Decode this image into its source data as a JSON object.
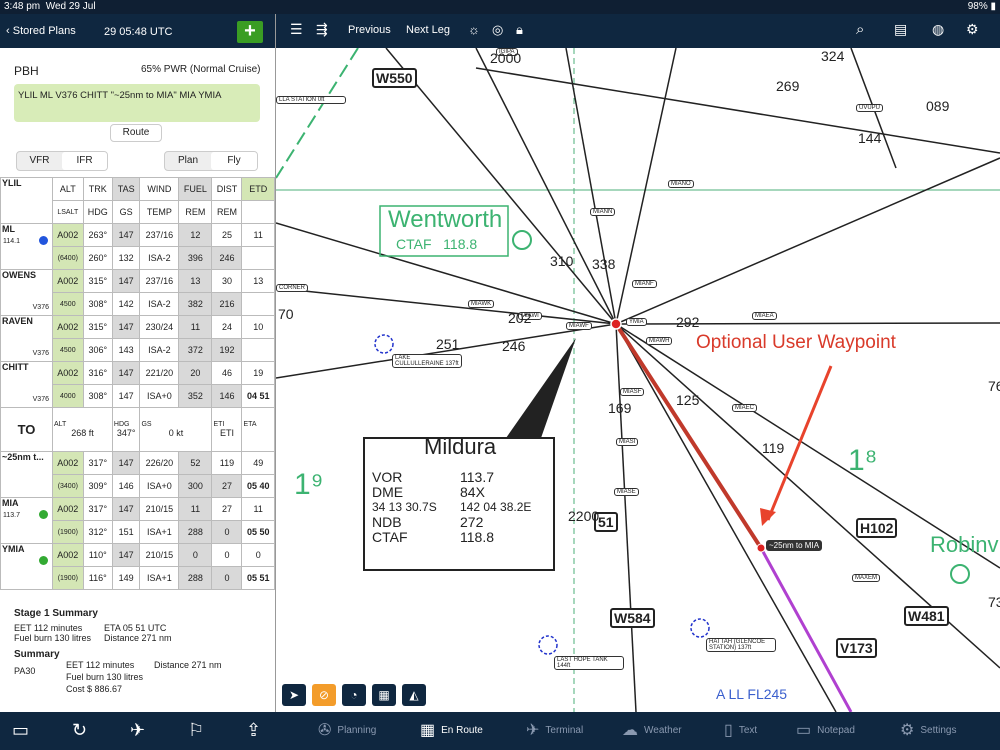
{
  "status": {
    "time": "3:48 pm",
    "date": "Wed 29 Jul",
    "battery": "98%"
  },
  "left": {
    "back": "Stored Plans",
    "time": "29 05:48 UTC",
    "plus": "+",
    "aircraft": "PBH",
    "power": "65% PWR (Normal Cruise)",
    "route": "YLIL ML V376 CHITT \"~25nm to MIA\" MIA YMIA",
    "route_button": "Route",
    "vfr": "VFR",
    "ifr": "IFR",
    "plan": "Plan",
    "fly": "Fly"
  },
  "table": {
    "header1": [
      "YLIL",
      "ALT",
      "TRK",
      "TAS",
      "WIND",
      "FUEL",
      "DIST",
      "ETD"
    ],
    "header2": [
      "LSALT",
      "HDG",
      "GS",
      "TEMP",
      "REM",
      "REM"
    ],
    "rows": [
      {
        "name": "ML",
        "sub": "114.1",
        "r1": [
          "A002",
          "263°",
          "147",
          "237/16",
          "12",
          "25",
          "11"
        ],
        "r2": [
          "(6400)",
          "260°",
          "132",
          "ISA-2",
          "396",
          "246",
          ""
        ]
      },
      {
        "name": "OWENS",
        "sub": "V376",
        "r1": [
          "A002",
          "315°",
          "147",
          "237/16",
          "13",
          "30",
          "13"
        ],
        "r2": [
          "4500",
          "308°",
          "142",
          "ISA-2",
          "382",
          "216",
          ""
        ]
      },
      {
        "name": "RAVEN",
        "sub": "V376",
        "r1": [
          "A002",
          "315°",
          "147",
          "230/24",
          "11",
          "24",
          "10"
        ],
        "r2": [
          "4500",
          "306°",
          "143",
          "ISA-2",
          "372",
          "192",
          ""
        ]
      },
      {
        "name": "CHITT",
        "sub": "V376",
        "r1": [
          "A002",
          "316°",
          "147",
          "221/20",
          "20",
          "46",
          "19"
        ],
        "r2": [
          "4000",
          "308°",
          "147",
          "ISA+0",
          "352",
          "146",
          "04 51"
        ]
      },
      {
        "name": "~25nm t...",
        "sub": "",
        "r1": [
          "A002",
          "317°",
          "147",
          "226/20",
          "52",
          "119",
          "49"
        ],
        "r2": [
          "(3400)",
          "309°",
          "146",
          "ISA+0",
          "300",
          "27",
          "05 40"
        ]
      },
      {
        "name": "MIA",
        "sub": "113.7",
        "r1": [
          "A002",
          "317°",
          "147",
          "210/15",
          "11",
          "27",
          "11"
        ],
        "r2": [
          "(1900)",
          "312°",
          "151",
          "ISA+1",
          "288",
          "0",
          "05 50"
        ]
      },
      {
        "name": "YMIA",
        "sub": "",
        "r1": [
          "A002",
          "110°",
          "147",
          "210/15",
          "0",
          "0",
          "0"
        ],
        "r2": [
          "(1900)",
          "116°",
          "149",
          "ISA+1",
          "288",
          "0",
          "05 51"
        ]
      }
    ],
    "to": {
      "label": "TO",
      "alt_l": "ALT",
      "alt": "268 ft",
      "hdg_l": "HDG",
      "hdg": "347°",
      "gs_l": "GS",
      "gs": "0 kt",
      "eti_l": "ETI",
      "eti": "ETI",
      "eta_l": "ETA"
    }
  },
  "summary": {
    "stage": "Stage 1 Summary",
    "eet": "EET 112 minutes",
    "eta": "ETA 05 51 UTC",
    "fuel": "Fuel burn 130 litres",
    "dist": "Distance 271 nm",
    "title": "Summary",
    "pa": "PA30",
    "eet2": "EET 112 minutes",
    "dist2": "Distance 271 nm",
    "fuel2": "Fuel burn 130 litres",
    "cost": "Cost $ 886.67"
  },
  "mapbar": {
    "prev": "Previous",
    "next": "Next Leg"
  },
  "map": {
    "annotation": "Optional User Waypoint",
    "wentworth": "Wentworth",
    "ctaf": "CTAF   118.8",
    "mildura": "Mildura",
    "vor": "VOR",
    "vor_f": "113.7",
    "dme": "DME",
    "dme_c": "84X",
    "lat": "34 13 30.7S",
    "lon": "142 04 38.2E",
    "ndb": "NDB",
    "ndb_f": "272",
    "ctaf_l": "CTAF",
    "ctaf_f": "118.8",
    "robin": "Robinv",
    "uvupu": "UVUPU",
    "allfl": "A LL FL245",
    "user_wp": "~25nm to MIA",
    "labels": [
      "MIANO",
      "MIANN",
      "MIAWK",
      "MIAWI",
      "MIAWF",
      "YMIA",
      "MIAWH",
      "MIANF",
      "MIAEA",
      "MIAEC",
      "MIASF",
      "MIASI",
      "MIASE",
      "MAXEM",
      "UVUPU",
      "IGIPA",
      "CORNER"
    ],
    "airways": [
      "W550",
      "H102",
      "W481",
      "V173",
      "W584",
      "51"
    ],
    "nums": [
      "2000",
      "269",
      "089",
      "144",
      "324",
      "310",
      "338",
      "202",
      "251",
      "246",
      "70",
      "125",
      "119",
      "1⁹",
      "1⁸",
      "2200",
      "169",
      "292",
      "73",
      "76"
    ],
    "places": [
      "LAKE CULLULLERAINE 137ft",
      "LAST HOPE TANK 144ft",
      "HATTAH (GLENCOE STATION) 137ft",
      "LLA STATION 0ft"
    ]
  },
  "bottom": {
    "tabs": [
      "Planning",
      "En Route",
      "Terminal",
      "Weather",
      "Text",
      "Notepad",
      "Settings"
    ]
  }
}
